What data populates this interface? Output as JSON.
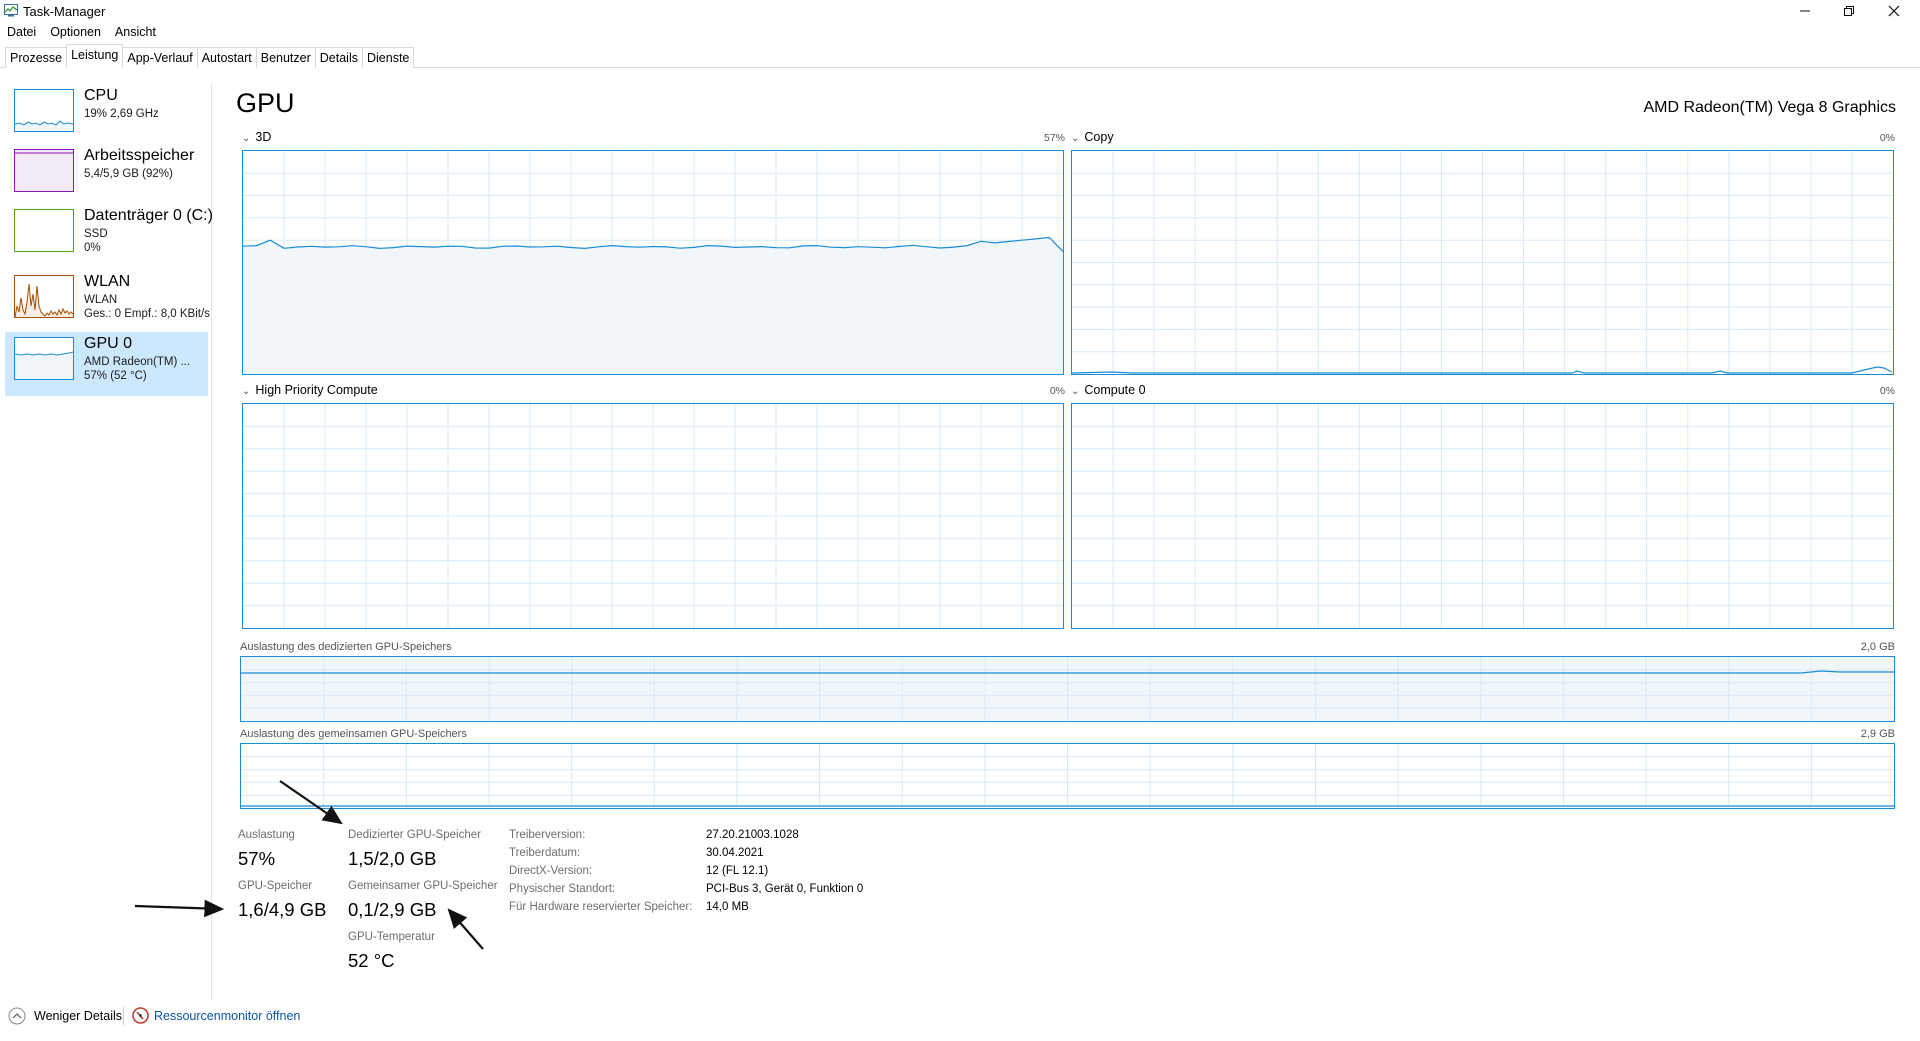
{
  "window": {
    "title": "Task-Manager"
  },
  "menu": [
    "Datei",
    "Optionen",
    "Ansicht"
  ],
  "tabs": [
    "Prozesse",
    "Leistung",
    "App-Verlauf",
    "Autostart",
    "Benutzer",
    "Details",
    "Dienste"
  ],
  "active_tab": "Leistung",
  "sidebar": {
    "items": [
      {
        "title": "CPU",
        "line1": "19% 2,69 GHz",
        "line2": "",
        "color": "#1a8cd6"
      },
      {
        "title": "Arbeitsspeicher",
        "line1": "5,4/5,9 GB (92%)",
        "line2": "",
        "color": "#8b12ae"
      },
      {
        "title": "Datenträger 0 (C:)",
        "line1": "SSD",
        "line2": "0%",
        "color": "#4da60c"
      },
      {
        "title": "WLAN",
        "line1": "WLAN",
        "line2": "Ges.: 0 Empf.: 8,0 KBit/s",
        "color": "#a74f01"
      },
      {
        "title": "GPU 0",
        "line1": "AMD Radeon(TM) ...",
        "line2": "57% (52 °C)",
        "color": "#1a8cd6"
      }
    ],
    "selected_index": 4
  },
  "main": {
    "title": "GPU",
    "gpu_name": "AMD Radeon(TM) Vega 8 Graphics",
    "engines": [
      {
        "label": "3D",
        "pct": "57%"
      },
      {
        "label": "Copy",
        "pct": "0%"
      },
      {
        "label": "High Priority Compute",
        "pct": "0%"
      },
      {
        "label": "Compute 0",
        "pct": "0%"
      }
    ],
    "dedicated_mem": {
      "label": "Auslastung des dedizierten GPU-Speichers",
      "max": "2,0 GB"
    },
    "shared_mem": {
      "label": "Auslastung des gemeinsamen GPU-Speichers",
      "max": "2,9 GB"
    }
  },
  "stats": {
    "auslastung": {
      "label": "Auslastung",
      "value": "57%"
    },
    "gpu_speicher": {
      "label": "GPU-Speicher",
      "value": "1,6/4,9 GB"
    },
    "dedicated": {
      "label": "Dedizierter GPU-Speicher",
      "value": "1,5/2,0 GB"
    },
    "shared": {
      "label": "Gemeinsamer GPU-Speicher",
      "value": "0,1/2,9 GB"
    },
    "temp": {
      "label": "GPU-Temperatur",
      "value": "52 °C"
    }
  },
  "info": [
    {
      "label": "Treiberversion:",
      "value": "27.20.21003.1028"
    },
    {
      "label": "Treiberdatum:",
      "value": "30.04.2021"
    },
    {
      "label": "DirectX-Version:",
      "value": "12 (FL 12.1)"
    },
    {
      "label": "Physischer Standort:",
      "value": "PCI-Bus 3, Gerät 0, Funktion 0"
    },
    {
      "label": "Für Hardware reservierter Speicher:",
      "value": "14,0 MB"
    }
  ],
  "footer": {
    "less_details": "Weniger Details",
    "resource_monitor": "Ressourcenmonitor öffnen"
  },
  "colors": {
    "accent": "#1a8cd6",
    "selection": "#cce8ff",
    "grid": "#d9eaf7",
    "link": "#0a55a6"
  },
  "utilization": {
    "gpu_3d_current": 0.57,
    "dedicated_mem_fraction": 0.75,
    "shared_mem_fraction": 0.03
  }
}
